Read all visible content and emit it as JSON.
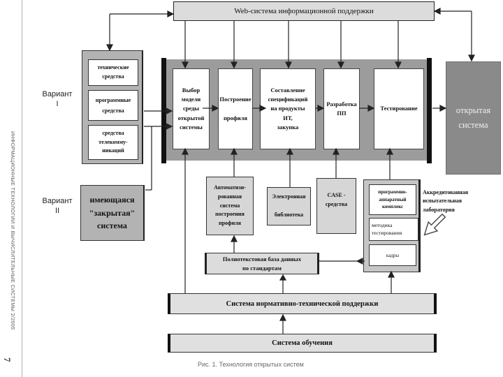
{
  "sidebar": {
    "journal_title": "ИНФОРМАЦИОННЫЕ ТЕХНОЛОГИИ И ВЫЧИСЛИТЕЛЬНЫЕ СИСТЕМЫ 2/2005",
    "page_number": "7"
  },
  "diagram": {
    "banner": "Web-система информационной поддержки",
    "variant1_label": "Вариант\nI",
    "variant2_label": "Вариант\nII",
    "v1_box1": "технические\nсредства",
    "v1_box2": "программные\nсредства",
    "v1_box3": "средства\nтелекомму-\nникаций",
    "proc1": "Выбор\nмодели\nсреды\nоткрытой\nсистемы",
    "proc2": "Построение\n\nпрофиля",
    "proc3": "Составление\nспецификаций\nна продукты\nИТ,\nзакупка",
    "proc4": "Разработка\nПП",
    "proc5": "Тестирование",
    "open_system": "открытая\nсистема",
    "closed_system": "имеющаяся\n\"закрытая\"\nсистема",
    "support1": "Автоматизи-\nрованная\nсистема\nпостроения\nпрофиля",
    "support2": "Электронная\n\nбиблиотека",
    "support3": "CASE -\nсредства",
    "lab_box1": "программно-\nаппаратный\nкомплекс",
    "lab_box2": "методика\nтестирования",
    "lab_box3": "кадры",
    "lab_label": "Аккредитованная\nиспытательная\nлаборатория",
    "database": "Полнотекстовая база данных\nпо стандартам",
    "ntd_support": "Система нормативно-технической поддержки",
    "training": "Система обучения",
    "caption": "Рис. 1. Технология открытых систем"
  },
  "colors": {
    "block_gray": "#9c9c9c",
    "banner_gray": "#dcdcdc",
    "open_system_gray": "#8a8a8a",
    "container_gray": "#b3b3b3",
    "support_gray": "#d6d6d6",
    "line_black": "#222222"
  }
}
